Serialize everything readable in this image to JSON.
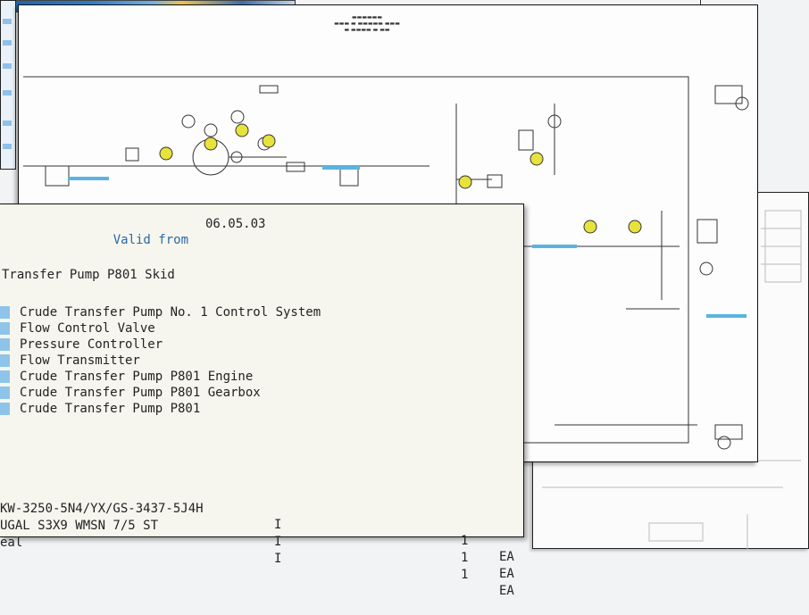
{
  "bom_window": {
    "valid_from_label": "Valid from",
    "valid_from_date": "06.05.03",
    "header_description": "Transfer Pump P801 Skid",
    "components": [
      "Crude Transfer Pump No. 1 Control System",
      "Flow Control Valve",
      "Pressure Controller",
      "Flow Transmitter",
      "Crude Transfer Pump P801 Engine",
      "Crude Transfer Pump P801 Gearbox",
      "Crude Transfer Pump P801"
    ],
    "items": [
      {
        "material": "KW-3250-5N4/YX/GS-3437-5J4H",
        "category": "I",
        "quantity": "1",
        "unit": "EA"
      },
      {
        "material": "UGAL S3X9 WMSN 7/5 ST",
        "category": "I",
        "quantity": "1",
        "unit": "EA"
      },
      {
        "material": "eal",
        "category": "I",
        "quantity": "1",
        "unit": "EA"
      }
    ]
  },
  "colors": {
    "selection_marker": "#8fc4ea",
    "label_blue": "#2a69a8",
    "window_bg": "#f7f6ee",
    "instrument_yellow": "#e8e23c",
    "line_tag_cyan": "#5ab4e0"
  }
}
